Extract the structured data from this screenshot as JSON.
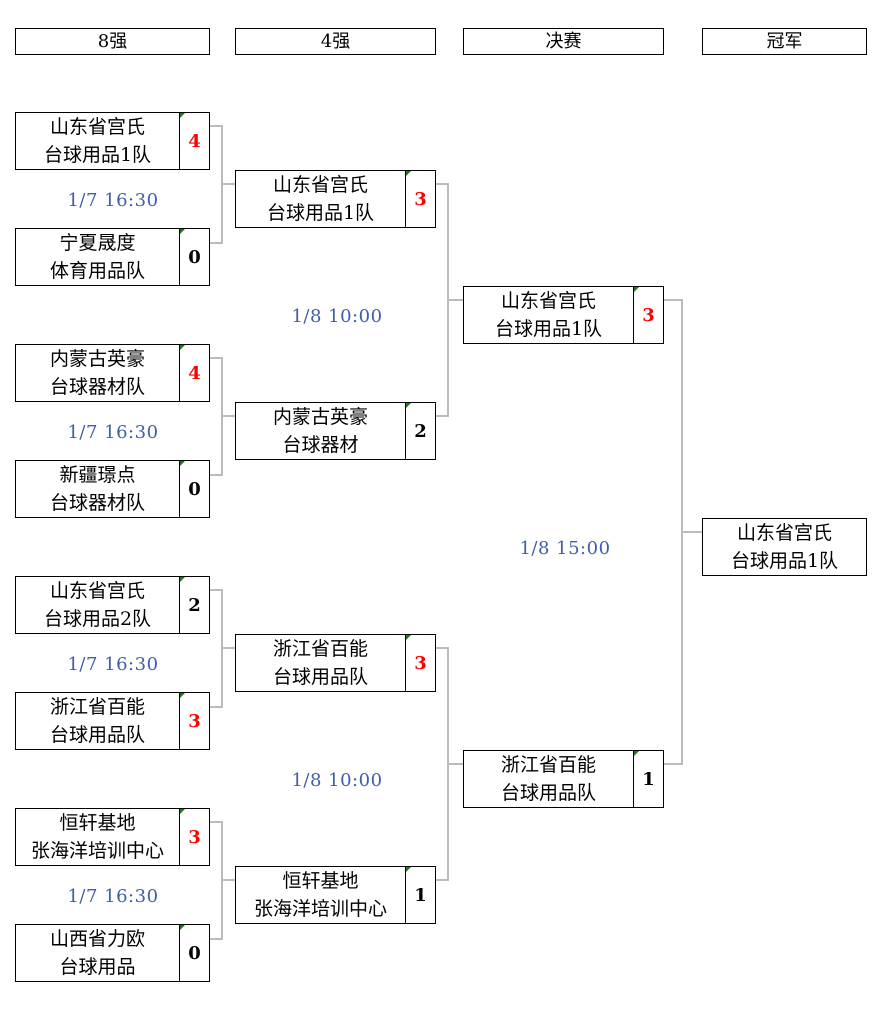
{
  "headers": [
    "8强",
    "4强",
    "决赛",
    "冠军"
  ],
  "r8": [
    {
      "l1": "山东省宫氏",
      "l2": "台球用品1队",
      "score": "4",
      "win": true
    },
    {
      "l1": "宁夏晟度",
      "l2": "体育用品队",
      "score": "0",
      "win": false
    },
    {
      "l1": "内蒙古英豪",
      "l2": "台球器材队",
      "score": "4",
      "win": true
    },
    {
      "l1": "新疆璟点",
      "l2": "台球器材队",
      "score": "0",
      "win": false
    },
    {
      "l1": "山东省宫氏",
      "l2": "台球用品2队",
      "score": "2",
      "win": false
    },
    {
      "l1": "浙江省百能",
      "l2": "台球用品队",
      "score": "3",
      "win": true
    },
    {
      "l1": "恒轩基地",
      "l2": "张海洋培训中心",
      "score": "3",
      "win": true
    },
    {
      "l1": "山西省力欧",
      "l2": "台球用品",
      "score": "0",
      "win": false
    }
  ],
  "r8_dates": [
    "1/7  16:30",
    "1/7  16:30",
    "1/7  16:30",
    "1/7  16:30"
  ],
  "r4": [
    {
      "l1": "山东省宫氏",
      "l2": "台球用品1队",
      "score": "3",
      "win": true
    },
    {
      "l1": "内蒙古英豪",
      "l2": "台球器材",
      "score": "2",
      "win": false
    },
    {
      "l1": "浙江省百能",
      "l2": "台球用品队",
      "score": "3",
      "win": true
    },
    {
      "l1": "恒轩基地",
      "l2": "张海洋培训中心",
      "score": "1",
      "win": false
    }
  ],
  "r4_dates": [
    "1/8  10:00",
    "1/8  10:00"
  ],
  "final": [
    {
      "l1": "山东省宫氏",
      "l2": "台球用品1队",
      "score": "3",
      "win": true
    },
    {
      "l1": "浙江省百能",
      "l2": "台球用品队",
      "score": "1",
      "win": false
    }
  ],
  "final_date": "1/8  15:00",
  "champion": {
    "l1": "山东省宫氏",
    "l2": "台球用品1队"
  }
}
